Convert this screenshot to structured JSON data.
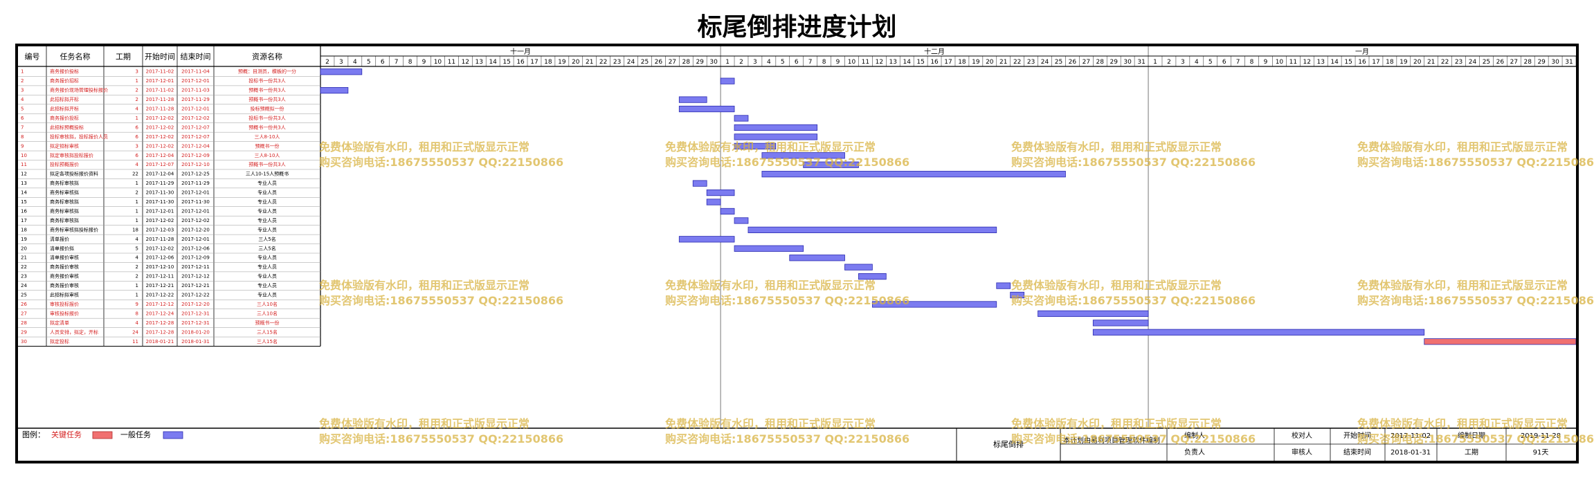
{
  "title": "标尾倒排进度计划",
  "columns": {
    "id": "编号",
    "name": "任务名称",
    "dur": "工期",
    "start": "开始时间",
    "end": "结束时间",
    "res": "资源名称"
  },
  "months": [
    "十一月",
    "十二月",
    "一月"
  ],
  "timeline_days": {
    "nov": [
      2,
      3,
      4,
      5,
      6,
      7,
      8,
      9,
      10,
      11,
      12,
      13,
      14,
      15,
      16,
      17,
      18,
      19,
      20,
      21,
      22,
      23,
      24,
      25,
      26,
      27,
      28,
      29,
      30
    ],
    "dec": [
      1,
      2,
      3,
      4,
      5,
      6,
      7,
      8,
      9,
      10,
      11,
      12,
      13,
      14,
      15,
      16,
      17,
      18,
      19,
      20,
      21,
      22,
      23,
      24,
      25,
      26,
      27,
      28,
      29,
      30,
      31
    ],
    "jan": [
      1,
      2,
      3,
      4,
      5,
      6,
      7,
      8,
      9,
      10,
      11,
      12,
      13,
      14,
      15,
      16,
      17,
      18,
      19,
      20,
      21,
      22,
      23,
      24,
      25,
      26,
      27,
      28,
      29,
      30,
      31
    ]
  },
  "colors": {
    "critical_text": "#d42020",
    "normal_text": "#000000",
    "bar_normal": "#7b7bf0",
    "bar_critical": "#f07070",
    "grid": "#b0b0b0",
    "watermark": "#d9b342"
  },
  "tasks": [
    {
      "id": "1",
      "name": "商务报价投标",
      "dur": "3",
      "start": "2017-11-02",
      "end": "2017-11-04",
      "res": "预概：目测员，模板的一分",
      "critical": true,
      "bar_start": "2017-11-02",
      "bar_end": "2017-11-04"
    },
    {
      "id": "2",
      "name": "商务报价招标",
      "dur": "1",
      "start": "2017-12-01",
      "end": "2017-12-01",
      "res": "投标书一份共3人",
      "critical": true,
      "bar_start": "2017-12-01",
      "bar_end": "2017-12-01"
    },
    {
      "id": "3",
      "name": "商务报价现场管理投标报价",
      "dur": "2",
      "start": "2017-11-02",
      "end": "2017-11-03",
      "res": "预概书一份共3人",
      "critical": true,
      "bar_start": "2017-11-02",
      "bar_end": "2017-11-03"
    },
    {
      "id": "4",
      "name": "此招标拟开标",
      "dur": "2",
      "start": "2017-11-28",
      "end": "2017-11-29",
      "res": "预概书一份共3人",
      "critical": true,
      "bar_start": "2017-11-28",
      "bar_end": "2017-11-29"
    },
    {
      "id": "5",
      "name": "此招标拟开标",
      "dur": "4",
      "start": "2017-11-28",
      "end": "2017-12-01",
      "res": "投标预概拟一份",
      "critical": true,
      "bar_start": "2017-11-28",
      "bar_end": "2017-12-01"
    },
    {
      "id": "6",
      "name": "商务报价投标",
      "dur": "1",
      "start": "2017-12-02",
      "end": "2017-12-02",
      "res": "投标书一份共3人",
      "critical": true,
      "bar_start": "2017-12-02",
      "bar_end": "2017-12-02"
    },
    {
      "id": "7",
      "name": "此招标预概投标",
      "dur": "6",
      "start": "2017-12-02",
      "end": "2017-12-07",
      "res": "预概书一份共3人",
      "critical": true,
      "bar_start": "2017-12-02",
      "bar_end": "2017-12-07"
    },
    {
      "id": "8",
      "name": "投标审核拟，投标报价人员",
      "dur": "6",
      "start": "2017-12-02",
      "end": "2017-12-07",
      "res": "三人8-10人",
      "critical": true,
      "bar_start": "2017-12-02",
      "bar_end": "2017-12-07"
    },
    {
      "id": "9",
      "name": "拟定招标审核",
      "dur": "3",
      "start": "2017-12-02",
      "end": "2017-12-04",
      "res": "预概书一份",
      "critical": true,
      "bar_start": "2017-12-02",
      "bar_end": "2017-12-04"
    },
    {
      "id": "10",
      "name": "拟定审核拟投标报价",
      "dur": "6",
      "start": "2017-12-04",
      "end": "2017-12-09",
      "res": "三人8-10人",
      "critical": true,
      "bar_start": "2017-12-04",
      "bar_end": "2017-12-09"
    },
    {
      "id": "11",
      "name": "投标预概报价",
      "dur": "4",
      "start": "2017-12-07",
      "end": "2017-12-10",
      "res": "预概书一份共3人",
      "critical": true,
      "bar_start": "2017-12-07",
      "bar_end": "2017-12-10"
    },
    {
      "id": "12",
      "name": "拟定各项投标报价资料",
      "dur": "22",
      "start": "2017-12-04",
      "end": "2017-12-25",
      "res": "三人10-15人预概书",
      "critical": false,
      "bar_start": "2017-12-04",
      "bar_end": "2017-12-25"
    },
    {
      "id": "13",
      "name": "商务标审核拟",
      "dur": "1",
      "start": "2017-11-29",
      "end": "2017-11-29",
      "res": "专业人员",
      "critical": false,
      "bar_start": "2017-11-29",
      "bar_end": "2017-11-29"
    },
    {
      "id": "14",
      "name": "商务标审核拟",
      "dur": "2",
      "start": "2017-11-30",
      "end": "2017-12-01",
      "res": "专业人员",
      "critical": false,
      "bar_start": "2017-11-30",
      "bar_end": "2017-12-01"
    },
    {
      "id": "15",
      "name": "商务标审核拟",
      "dur": "1",
      "start": "2017-11-30",
      "end": "2017-11-30",
      "res": "专业人员",
      "critical": false,
      "bar_start": "2017-11-30",
      "bar_end": "2017-11-30"
    },
    {
      "id": "16",
      "name": "商务标审核拟",
      "dur": "1",
      "start": "2017-12-01",
      "end": "2017-12-01",
      "res": "专业人员",
      "critical": false,
      "bar_start": "2017-12-01",
      "bar_end": "2017-12-01"
    },
    {
      "id": "17",
      "name": "商务标审核拟",
      "dur": "1",
      "start": "2017-12-02",
      "end": "2017-12-02",
      "res": "专业人员",
      "critical": false,
      "bar_start": "2017-12-02",
      "bar_end": "2017-12-02"
    },
    {
      "id": "18",
      "name": "商务标审核拟投标报价",
      "dur": "18",
      "start": "2017-12-03",
      "end": "2017-12-20",
      "res": "专业人员",
      "critical": false,
      "bar_start": "2017-12-03",
      "bar_end": "2017-12-20"
    },
    {
      "id": "19",
      "name": "清单报价",
      "dur": "4",
      "start": "2017-11-28",
      "end": "2017-12-01",
      "res": "三人5名",
      "critical": false,
      "bar_start": "2017-11-28",
      "bar_end": "2017-12-01"
    },
    {
      "id": "20",
      "name": "清单报价拟",
      "dur": "5",
      "start": "2017-12-02",
      "end": "2017-12-06",
      "res": "三人5名",
      "critical": false,
      "bar_start": "2017-12-02",
      "bar_end": "2017-12-06"
    },
    {
      "id": "21",
      "name": "清单报价审核",
      "dur": "4",
      "start": "2017-12-06",
      "end": "2017-12-09",
      "res": "专业人员",
      "critical": false,
      "bar_start": "2017-12-06",
      "bar_end": "2017-12-09"
    },
    {
      "id": "22",
      "name": "商务报价审核",
      "dur": "2",
      "start": "2017-12-10",
      "end": "2017-12-11",
      "res": "专业人员",
      "critical": false,
      "bar_start": "2017-12-10",
      "bar_end": "2017-12-11"
    },
    {
      "id": "23",
      "name": "商务报价审核",
      "dur": "2",
      "start": "2017-12-11",
      "end": "2017-12-12",
      "res": "专业人员",
      "critical": false,
      "bar_start": "2017-12-11",
      "bar_end": "2017-12-12"
    },
    {
      "id": "24",
      "name": "商务报价审核",
      "dur": "1",
      "start": "2017-12-21",
      "end": "2017-12-21",
      "res": "专业人员",
      "critical": false,
      "bar_start": "2017-12-21",
      "bar_end": "2017-12-21"
    },
    {
      "id": "25",
      "name": "此招标拟审核",
      "dur": "1",
      "start": "2017-12-22",
      "end": "2017-12-22",
      "res": "专业人员",
      "critical": false,
      "bar_start": "2017-12-22",
      "bar_end": "2017-12-22"
    },
    {
      "id": "26",
      "name": "审核投标报价",
      "dur": "9",
      "start": "2017-12-12",
      "end": "2017-12-20",
      "res": "三人10名",
      "critical": true,
      "bar_start": "2017-12-12",
      "bar_end": "2017-12-20"
    },
    {
      "id": "27",
      "name": "审核投标报价",
      "dur": "8",
      "start": "2017-12-24",
      "end": "2017-12-31",
      "res": "三人10名",
      "critical": true,
      "bar_start": "2017-12-24",
      "bar_end": "2017-12-31"
    },
    {
      "id": "28",
      "name": "拟定清单",
      "dur": "4",
      "start": "2017-12-28",
      "end": "2017-12-31",
      "res": "预概书一份",
      "critical": true,
      "bar_start": "2017-12-28",
      "bar_end": "2017-12-31"
    },
    {
      "id": "29",
      "name": "人员安排，拟定，开标",
      "dur": "24",
      "start": "2017-12-28",
      "end": "2018-01-20",
      "res": "三人15名",
      "critical": true,
      "bar_start": "2017-12-28",
      "bar_end": "2018-01-20"
    },
    {
      "id": "30",
      "name": "拟定投标",
      "dur": "11",
      "start": "2018-01-21",
      "end": "2018-01-31",
      "res": "三人15名",
      "critical": true,
      "bar_start": "2018-01-21",
      "bar_end": "2018-01-31"
    }
  ],
  "legend": {
    "label": "图例：",
    "critical_label": "关键任务",
    "normal_label": "一般任务"
  },
  "footer": {
    "project_name": "标尾倒排",
    "software_note": "本计划由易利项目管理软件编制",
    "prepared_by_label": "编制人",
    "responsible_label": "负责人",
    "checker_label": "校对人",
    "reviewer_label": "审核人",
    "start_label": "开始时间",
    "start_value": "2017-11-02",
    "end_label": "结束时间",
    "end_value": "2018-01-31",
    "date_label": "编制日期",
    "date_value": "2019-11-28",
    "duration_label": "工期",
    "duration_value": "91天"
  },
  "watermark": {
    "line1": "免费体验版有水印，租用和正式版显示正常",
    "line2": "购买咨询电话:18675550537 QQ:22150866"
  }
}
